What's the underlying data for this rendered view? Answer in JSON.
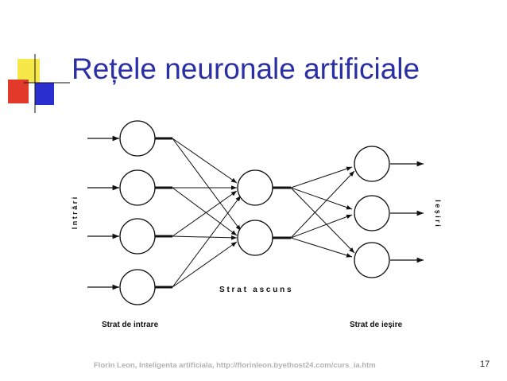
{
  "slide": {
    "title": "Rețele neuronale artificiale",
    "footer": "Florin Leon, Inteligenta artificiala, http://florinleon.byethost24.com/curs_ia.htm",
    "page_number": "17"
  },
  "diagram": {
    "left_label": "I n t r ă r i",
    "right_label": "I e ș i r i",
    "hidden_label": "S t r a t   a s c u n s",
    "input_layer_label": "Strat de intrare",
    "output_layer_label": "Strat de ieșire",
    "input_count": 4,
    "hidden_count": 2,
    "output_count": 3
  },
  "colors": {
    "title": "#2b2fa6",
    "deco_yellow": "#f7e84a",
    "deco_red": "#e23a2a",
    "deco_blue": "#2b2fd0"
  }
}
